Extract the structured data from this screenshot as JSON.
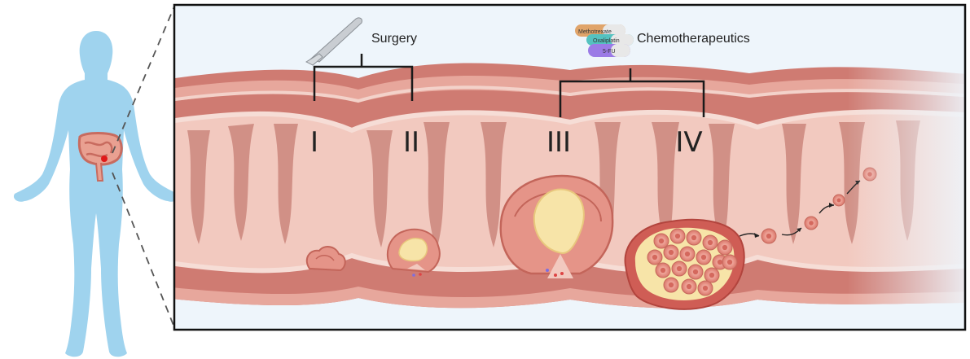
{
  "treatments": {
    "surgery": "Surgery",
    "chemo": "Chemotherapeutics"
  },
  "drugs": [
    "Methotrexate",
    "Oxaliplatin",
    "5-FU"
  ],
  "stages": [
    "I",
    "II",
    "III",
    "IV"
  ],
  "colors": {
    "body": "#9fd3ee",
    "colon_wall": "#cf7b72",
    "lumen": "#f2c9bf",
    "tumor_core": "#f7e4a8",
    "frame": "#111111"
  },
  "icons": [
    "human-body-silhouette",
    "scalpel-icon",
    "pill-capsules-icon",
    "tumor-cell-icon"
  ]
}
